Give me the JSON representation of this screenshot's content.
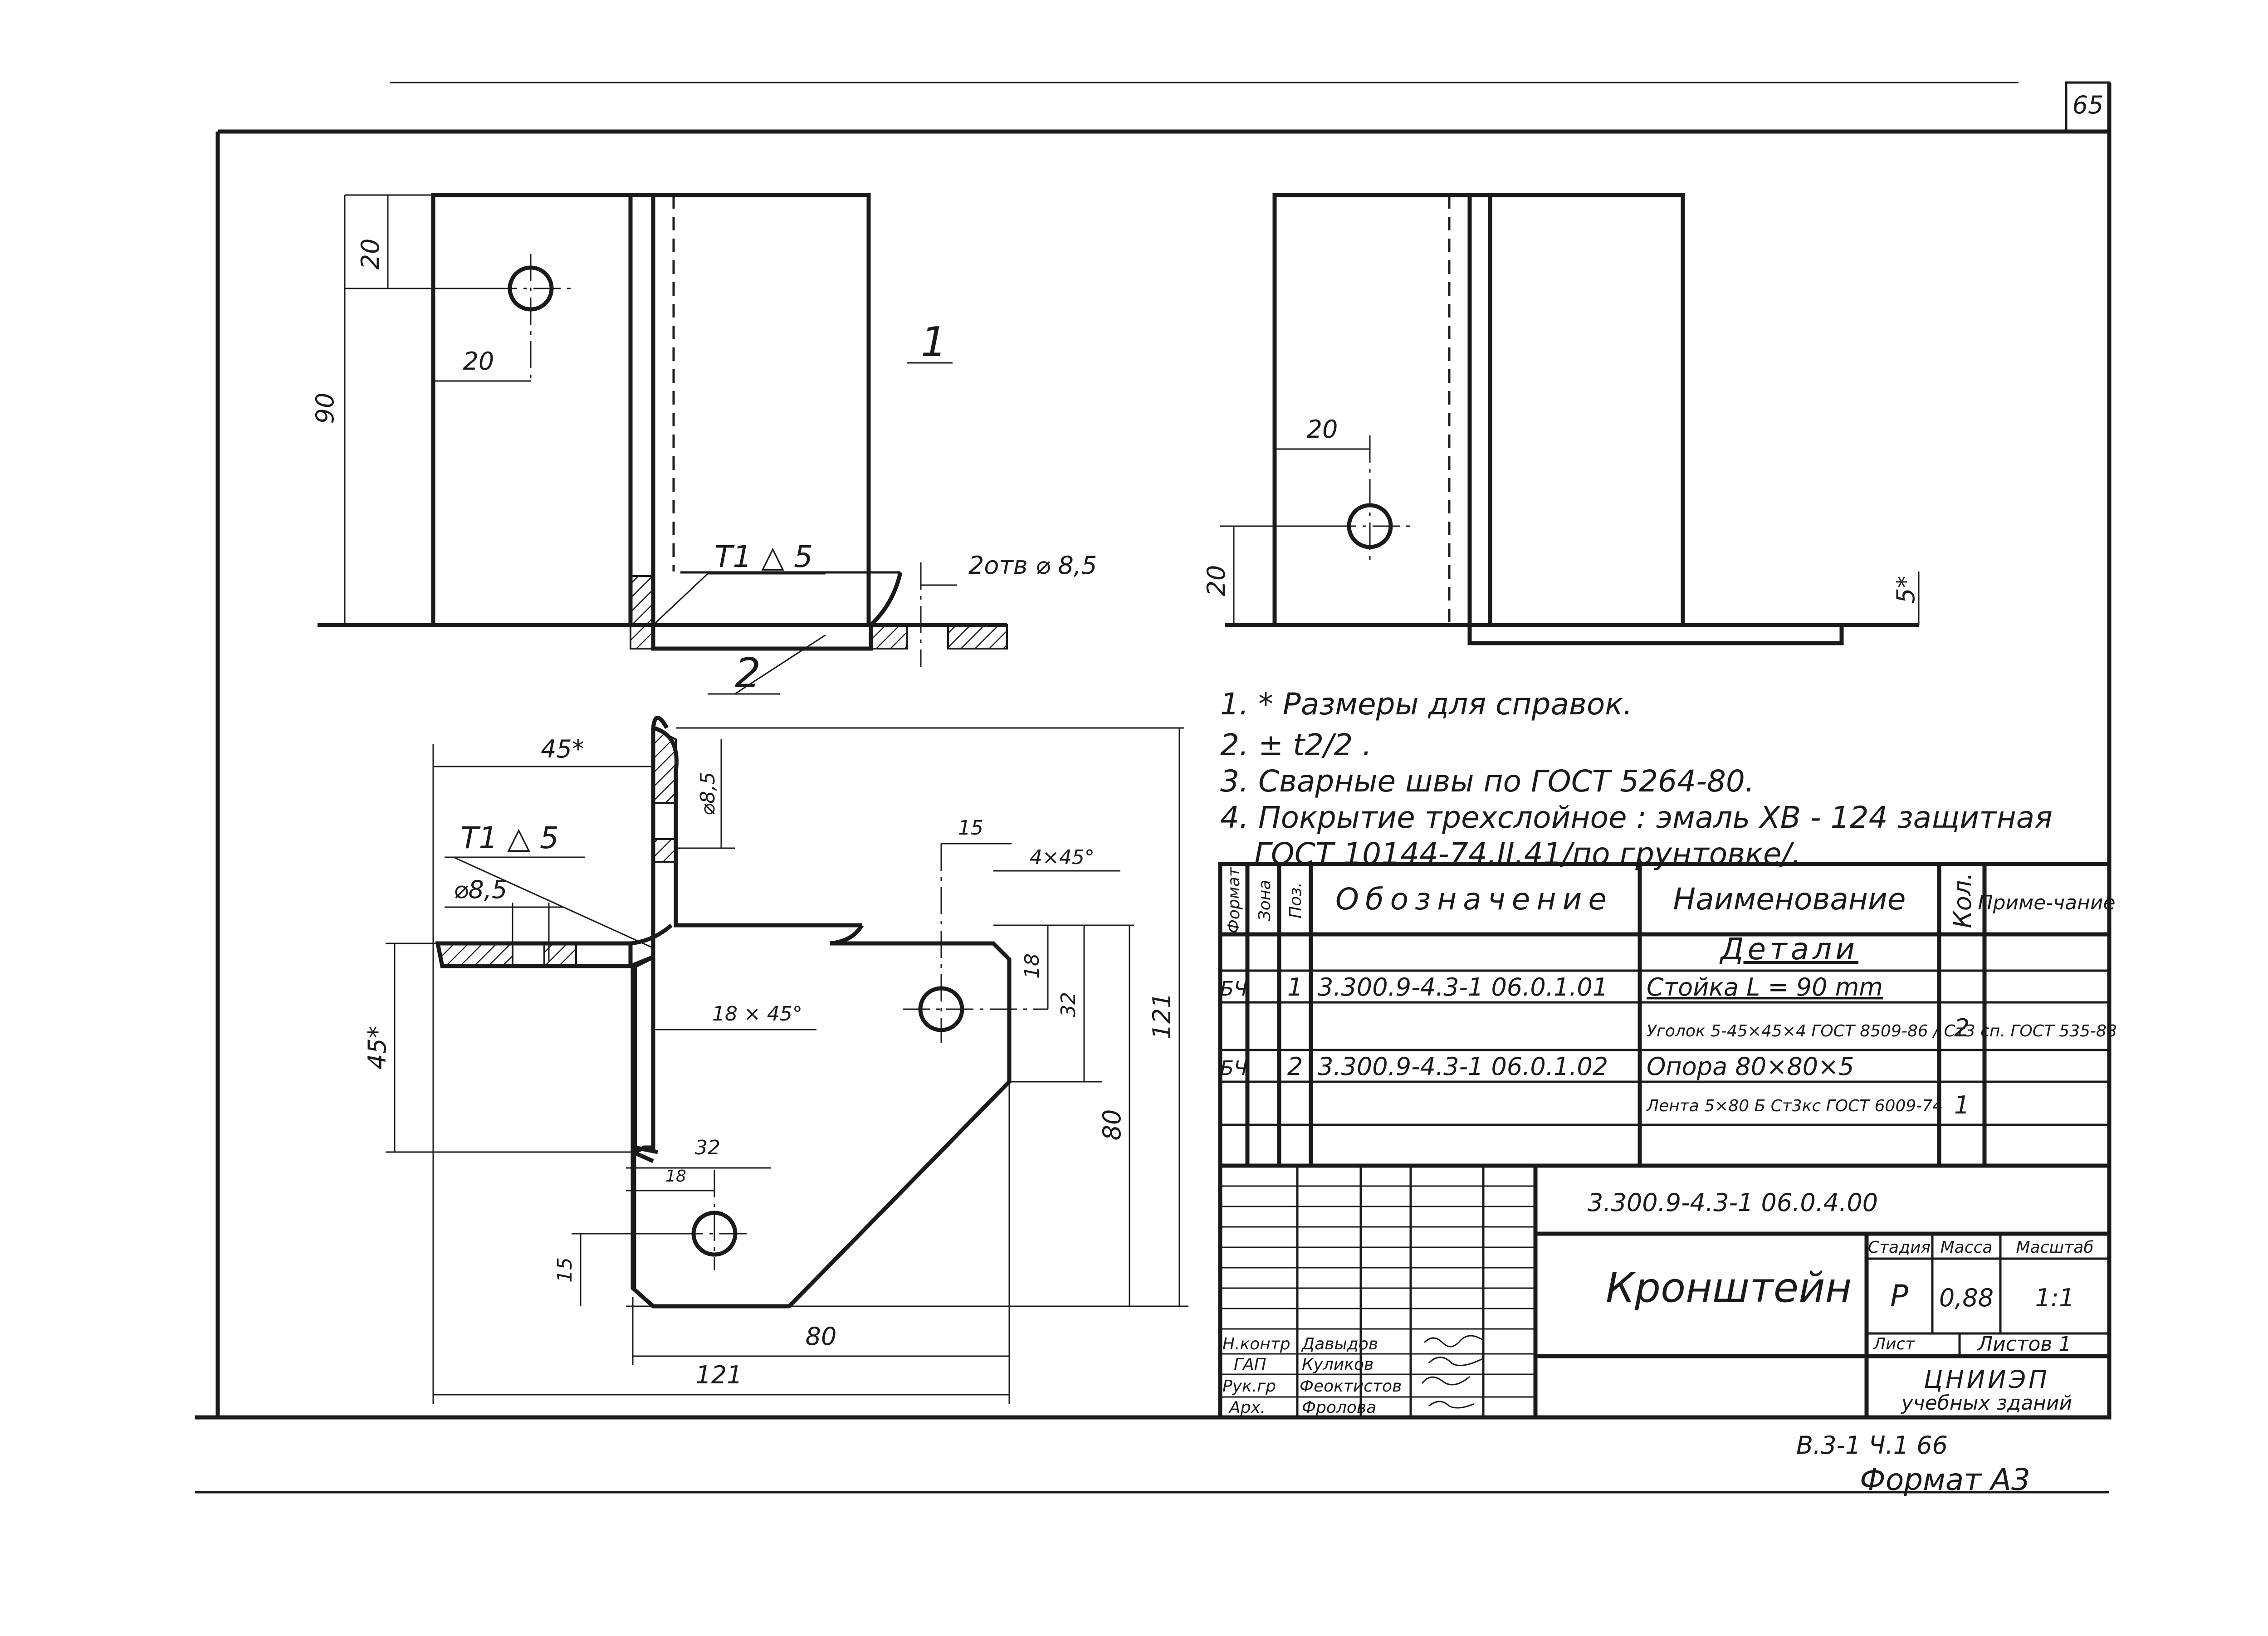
{
  "sheet": {
    "page_number": "65",
    "bottom_ref": "В.3-1   Ч.1   66",
    "format_label": "Формат А3"
  },
  "dims": {
    "v1_top": "20",
    "v1_hole": "20",
    "v1_height": "90",
    "v1_leader": "1",
    "v1_weld": "T1 △ 5",
    "v1_holes": "2отв  ⌀ 8,5",
    "v1_part2": "2",
    "v2_hole": "20",
    "v2_bottom": "20",
    "v2_flange": "5*",
    "plan_45a": "45*",
    "plan_d85a": "⌀8,5",
    "plan_weld": "T1 △ 5",
    "plan_d85b": "⌀8,5",
    "plan_15a": "15",
    "plan_chamf_a": "4×45°",
    "plan_18a": "18",
    "plan_32a": "32",
    "plan_chamf_b": "18 × 45°",
    "plan_45b": "45*",
    "plan_121a": "121",
    "plan_80a": "80",
    "plan_32b": "32",
    "plan_18b": "18",
    "plan_15b": "15",
    "plan_80b": "80",
    "plan_121b": "121"
  },
  "notes": [
    "1. * Размеры для справок.",
    "2. ± t2/2 .",
    "3. Сварные швы по ГОСТ 5264-80.",
    "4. Покрытие трехслойное : эмаль ХВ - 124 защитная",
    "ГОСТ 10144-74.II.41/по грунтовке/."
  ],
  "spec": {
    "headers": {
      "format": "Формат",
      "zone": "Зона",
      "pos": "Поз.",
      "designation": "Обозначение",
      "name": "Наименование",
      "qty": "Кол.",
      "note": "Приме-чание"
    },
    "section": "Детали",
    "rows": [
      {
        "format": "БЧ",
        "pos": "1",
        "designation": "3.300.9-4.3-1 06.0.1.01",
        "name": "Стойка  L = 90 mm",
        "qty": ""
      },
      {
        "format": "",
        "pos": "",
        "designation": "",
        "name": "Уголок  5-45×45×4 ГОСТ 8509-86 / Ст3 сп. ГОСТ 535-88",
        "qty": "2"
      },
      {
        "format": "БЧ",
        "pos": "2",
        "designation": "3.300.9-4.3-1 06.0.1.02",
        "name": "Опора  80×80×5",
        "qty": ""
      },
      {
        "format": "",
        "pos": "",
        "designation": "",
        "name": "Лента 5×80 Б Ст3кс ГОСТ 6009-74",
        "qty": "1"
      }
    ]
  },
  "title_block": {
    "doc_code": "3.300.9-4.3-1 06.0.4.00",
    "part_name": "Кронштейн",
    "stage_label": "Стадия",
    "mass_label": "Масса",
    "scale_label": "Масштаб",
    "stage": "Р",
    "mass": "0,88",
    "scale": "1:1",
    "sheet_label": "Лист",
    "sheets_label": "Листов 1",
    "org_line1": "ЦНИИЭП",
    "org_line2": "учебных зданий",
    "signers": [
      {
        "role": "Н.контр",
        "name": "Давыдов"
      },
      {
        "role": "ГАП",
        "name": "Куликов"
      },
      {
        "role": "Рук.гр",
        "name": "Феоктистов"
      },
      {
        "role": "Арх.",
        "name": "Фролова"
      }
    ]
  }
}
